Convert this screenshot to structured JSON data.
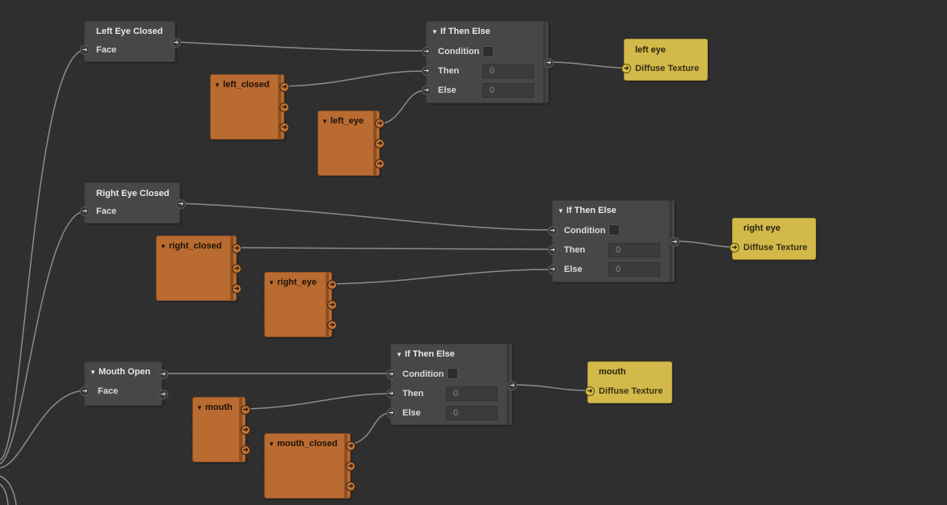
{
  "icons": {
    "port": "arrow-right-icon",
    "collapse": "triangle-down-icon"
  },
  "colors": {
    "background": "#2f2f2f",
    "node_gray": "#474747",
    "node_orange": "#b96b32",
    "node_yellow": "#d3b94a",
    "wire": "#8c8c8c"
  },
  "left_eye": {
    "face_node": {
      "title": "Left Eye Closed",
      "input": "Face"
    },
    "closed_var": {
      "title": "left_closed"
    },
    "open_var": {
      "title": "left_eye"
    },
    "switch": {
      "title": "If Then Else",
      "condition": "Condition",
      "then": "Then",
      "else": "Else",
      "then_value": "0",
      "else_value": "0"
    },
    "output": {
      "title": "left eye",
      "input": "Diffuse Texture"
    }
  },
  "right_eye": {
    "face_node": {
      "title": "Right Eye Closed",
      "input": "Face"
    },
    "closed_var": {
      "title": "right_closed"
    },
    "open_var": {
      "title": "right_eye"
    },
    "switch": {
      "title": "If Then Else",
      "condition": "Condition",
      "then": "Then",
      "else": "Else",
      "then_value": "0",
      "else_value": "0"
    },
    "output": {
      "title": "right eye",
      "input": "Diffuse Texture"
    }
  },
  "mouth": {
    "face_node": {
      "title": "Mouth Open",
      "input": "Face"
    },
    "open_var": {
      "title": "mouth"
    },
    "closed_var": {
      "title": "mouth_closed"
    },
    "switch": {
      "title": "If Then Else",
      "condition": "Condition",
      "then": "Then",
      "else": "Else",
      "then_value": "0",
      "else_value": "0"
    },
    "output": {
      "title": "mouth",
      "input": "Diffuse Texture"
    }
  }
}
